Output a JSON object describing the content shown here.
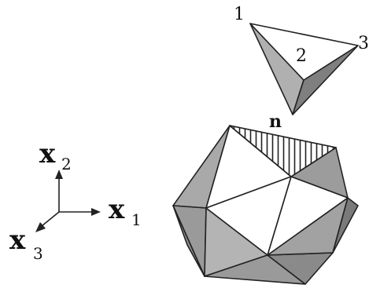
{
  "figure": {
    "tetra_labels": {
      "v1": "1",
      "v2": "2",
      "v3": "3",
      "n": "n"
    },
    "axes": {
      "x2": {
        "symbol": "x",
        "index": "2"
      },
      "x1": {
        "symbol": "x",
        "index": "1"
      },
      "x3": {
        "symbol": "x",
        "index": "3"
      }
    }
  },
  "colors": {
    "face_dark": "#8a8a8a",
    "face_mid": "#b4b4b4",
    "face_light": "#dcdcdc",
    "face_white": "#ffffff",
    "edge": "#222222"
  }
}
